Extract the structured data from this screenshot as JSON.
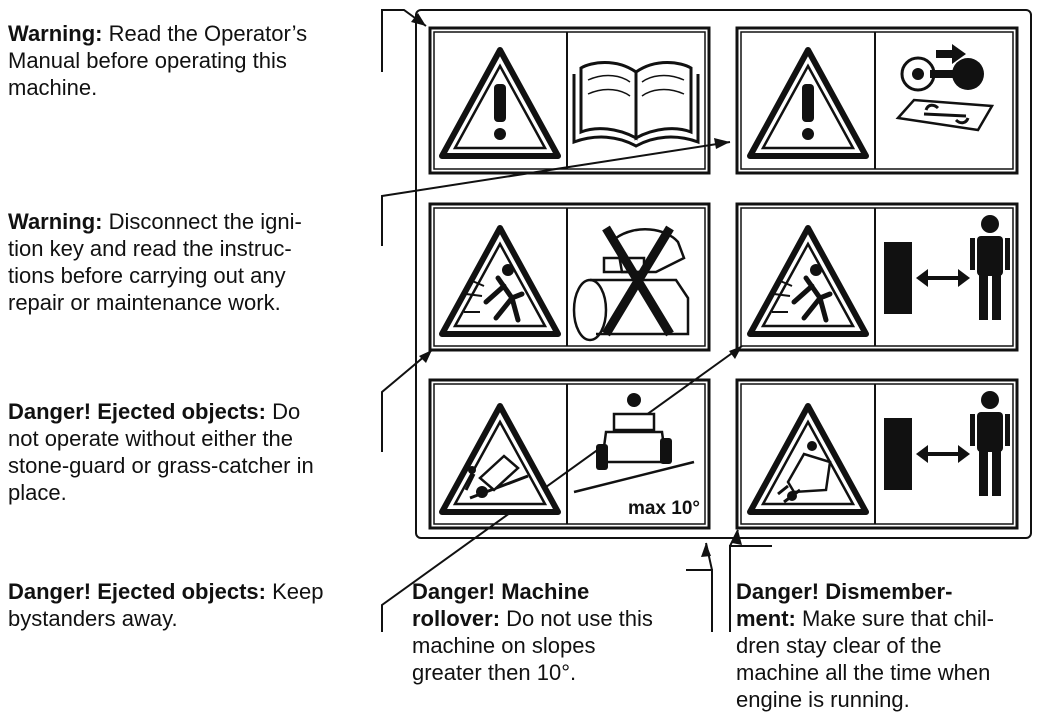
{
  "captions": {
    "c1": {
      "bold": "Warning:",
      "lines": [
        "Read the Operator’s",
        "Manual before operating this",
        "machine."
      ]
    },
    "c2": {
      "bold": "Warning:",
      "lines": [
        "Disconnect the igni-",
        "tion key and read the instruc-",
        "tions before carrying out any",
        "repair or maintenance work."
      ]
    },
    "c3": {
      "bold": "Danger! Ejected objects:",
      "lines": [
        "Do",
        "not operate without either the",
        "stone-guard or grass-catcher in",
        "place."
      ]
    },
    "c4": {
      "bold": "Danger! Ejected objects:",
      "lines": [
        "Keep",
        "bystanders away."
      ]
    },
    "c5": {
      "bold_lines": [
        "Danger! Machine",
        "rollover:"
      ],
      "lines": [
        "Do not use this",
        "machine on slopes",
        "greater then 10°."
      ]
    },
    "c6": {
      "bold_lines": [
        "Danger! Dismember-",
        "ment:"
      ],
      "lines": [
        "Make sure that chil-",
        "dren stay clear of the",
        "machine all the time when",
        "engine is running."
      ]
    }
  },
  "slope_label": "max 10°",
  "icons": {
    "r1l": [
      "warning-triangle-exclamation-icon",
      "operator-manual-book-icon"
    ],
    "r1r": [
      "warning-triangle-exclamation-icon",
      "ignition-key-and-manual-icon"
    ],
    "r2l": [
      "ejected-objects-triangle-icon",
      "no-operation-without-guard-icon"
    ],
    "r2r": [
      "ejected-objects-triangle-icon",
      "keep-bystanders-away-icon"
    ],
    "r3l": [
      "rollover-triangle-icon",
      "max-slope-tractor-icon"
    ],
    "r3r": [
      "dismemberment-child-triangle-icon",
      "keep-children-away-icon"
    ]
  }
}
